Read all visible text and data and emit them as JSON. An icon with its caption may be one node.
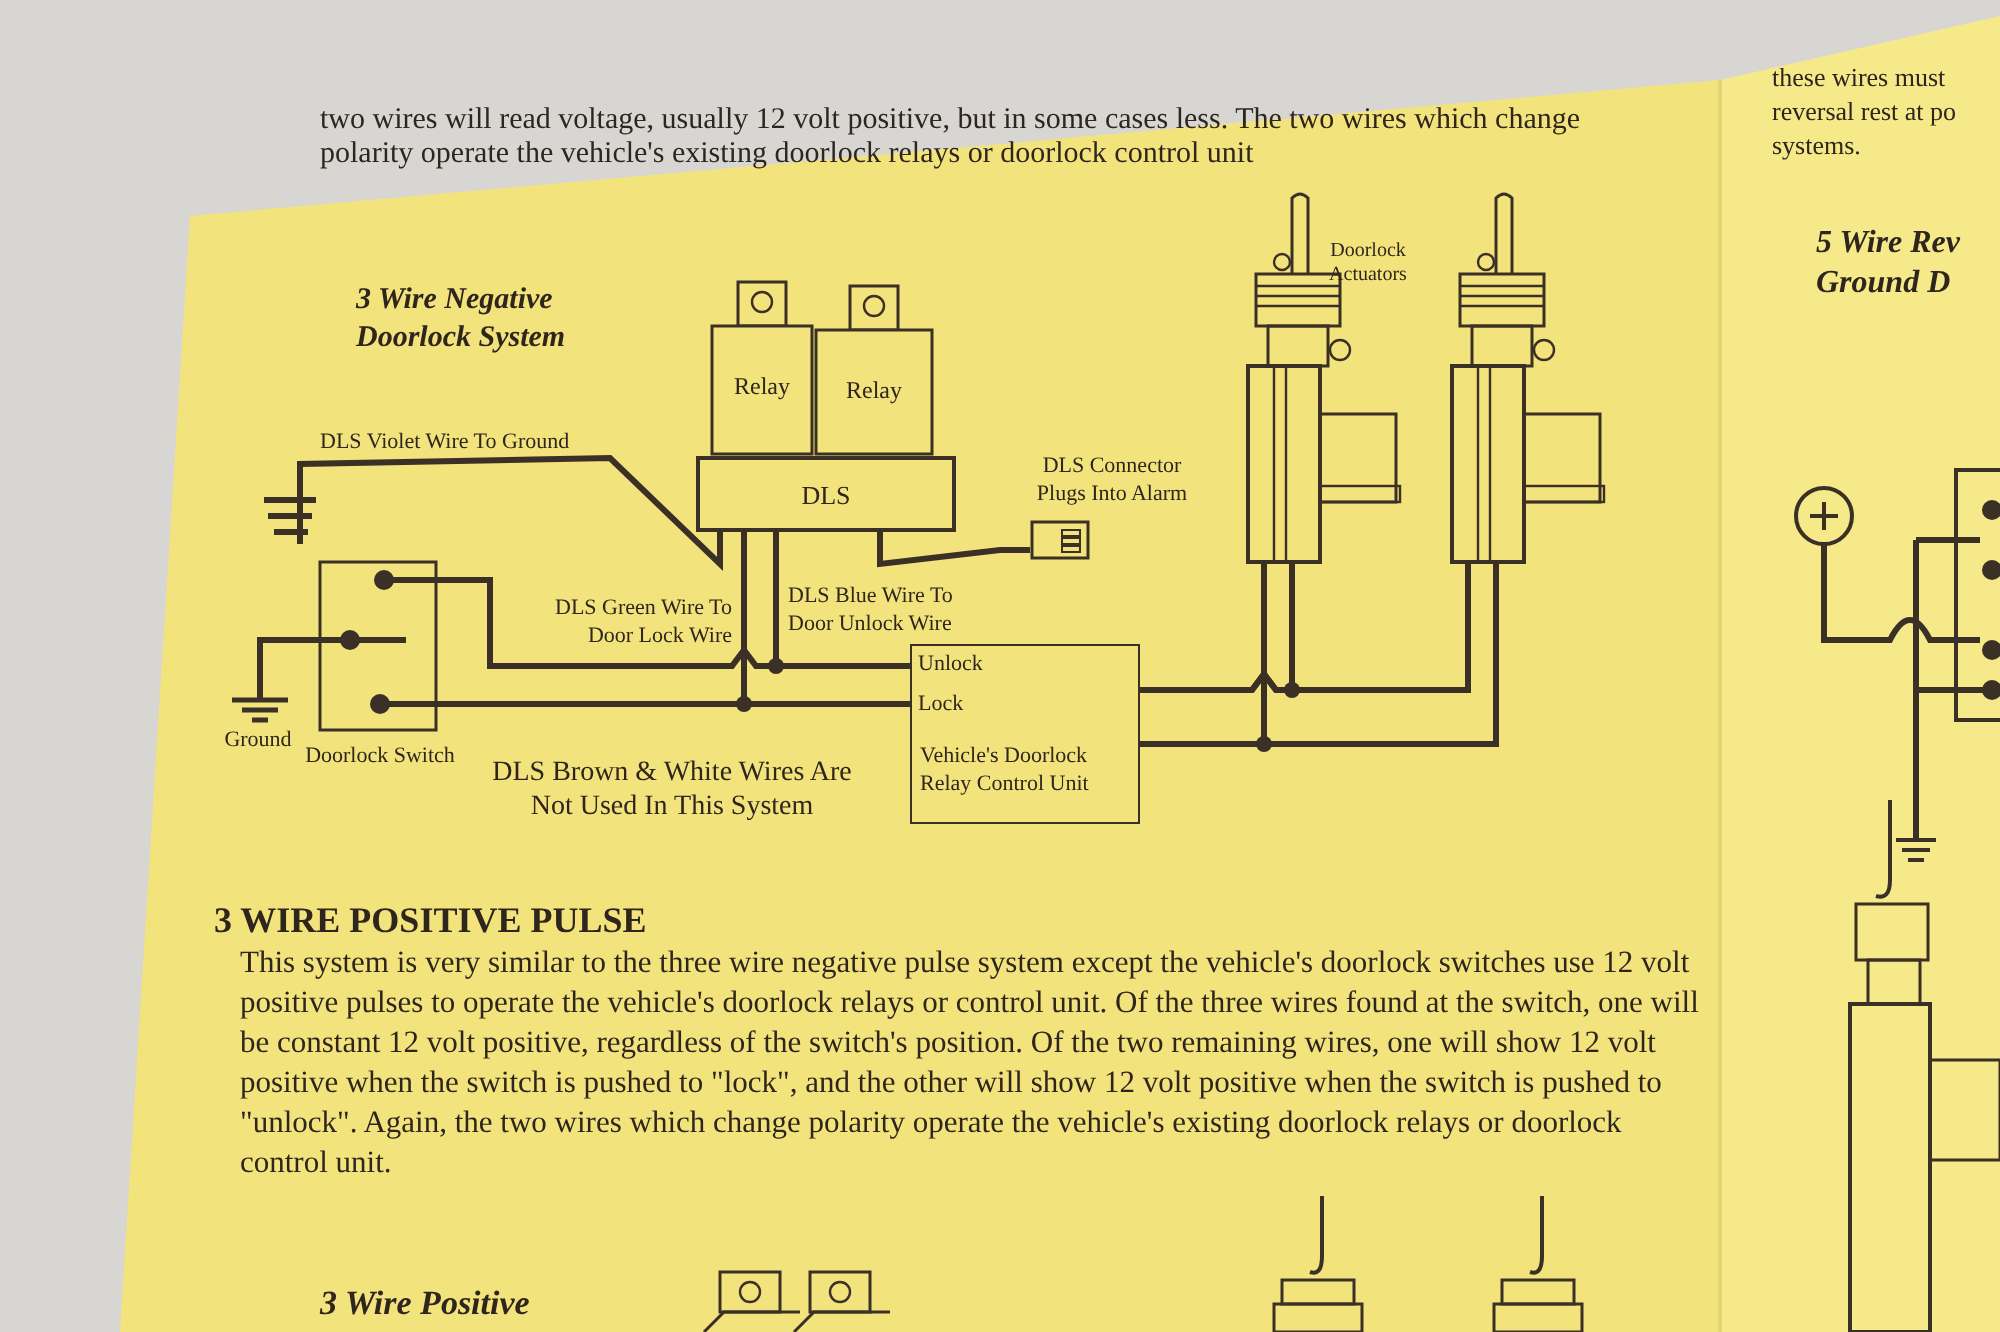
{
  "diagram": {
    "nodes": [
      {
        "text": [
          "Relay"
        ]
      },
      {
        "text": [
          "Relay"
        ]
      },
      {
        "text": [
          "DLS"
        ]
      },
      {
        "text": [],
        "shape": "ground"
      },
      {
        "text": [],
        "shape": "plug",
        "beside": [
          "DLS Connector Plugs Into Alarm"
        ]
      },
      {
        "text": [],
        "shape": "picture"
      },
      {
        "text": [],
        "shape": "picture"
      },
      {
        "text": [
          "Doorlock Switch"
        ]
      },
      {
        "text": [
          "Ground"
        ]
      },
      {
        "text": [
          "Unlock",
          "Lock",
          "Vehicle's Doorlock Relay Control Unit"
        ]
      }
    ],
    "edges": [
      {
        "from": 2,
        "to": 3,
        "arrow": "none",
        "label": "DLS Violet Wire To Ground"
      },
      {
        "from": 2,
        "to": 4,
        "arrow": "none"
      },
      {
        "from": 7,
        "to": 8,
        "arrow": "none"
      },
      {
        "from": 7,
        "to": 9,
        "arrow": "none"
      },
      {
        "from": 7,
        "to": 9,
        "arrow": "none"
      },
      {
        "from": 2,
        "to": 9,
        "arrow": "none",
        "label": "DLS Green Wire To Door Lock Wire"
      },
      {
        "from": 2,
        "to": 9,
        "arrow": "none",
        "label": "DLS Blue Wire To Door Unlock Wire"
      },
      {
        "from": 9,
        "to": 5,
        "arrow": "none"
      },
      {
        "from": 9,
        "to": 6,
        "arrow": "none"
      },
      {
        "from": 9,
        "to": 5,
        "arrow": "none"
      },
      {
        "from": 9,
        "to": 6,
        "arrow": "none"
      }
    ],
    "labels": [
      "two wires will read voltage, usually 12 volt positive, but in some cases less.  The two wires which change polarity operate the vehicle's existing doorlock relays or doorlock control unit",
      "3 Wire Negative Doorlock System",
      "Doorlock Actuators",
      "DLS Brown & White Wires Are Not Used In This System",
      "3 WIRE POSITIVE PULSE",
      "This system is very similar to the three wire negative pulse system except the vehicle's doorlock switches use 12 volt  positive pulses to operate the vehicle's doorlock relays or control unit.  Of the three wires found at the switch, one will be constant 12 volt positive, regardless of the switch's position.  Of the two remaining wires, one will show 12 volt positive when the switch is pushed to \"lock\", and the other will show 12 volt positive when the switch is pushed to \"unlock\".  Again, the two wires which change polarity operate the vehicle's existing doorlock relays or doorlock control unit.",
      "3 Wire Positive",
      "these wires must reversal rest at po systems.",
      "5 Wire Rev Ground D"
    ]
  }
}
